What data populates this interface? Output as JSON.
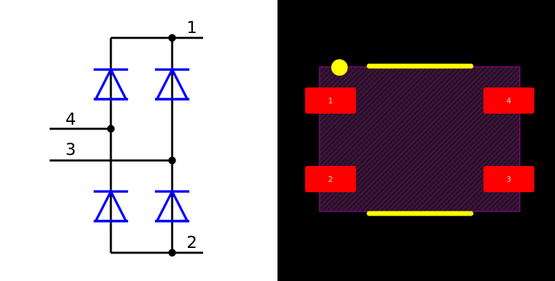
{
  "schematic": {
    "pins": [
      {
        "id": "pin-1",
        "label": "1"
      },
      {
        "id": "pin-2",
        "label": "2"
      },
      {
        "id": "pin-3",
        "label": "3"
      },
      {
        "id": "pin-4",
        "label": "4"
      }
    ],
    "colors": {
      "wire": "#000000",
      "diode": "#0000ff",
      "background": "#ffffff"
    }
  },
  "footprint": {
    "pads": [
      {
        "id": "pad-1",
        "label": "1"
      },
      {
        "id": "pad-2",
        "label": "2"
      },
      {
        "id": "pad-3",
        "label": "3"
      },
      {
        "id": "pad-4",
        "label": "4"
      }
    ],
    "colors": {
      "background": "#000000",
      "pad": "#ff0000",
      "pad_text": "#ffd0d0",
      "silkscreen": "#ffff00",
      "courtyard": "#ad00ad",
      "body_fill": "#2b102a"
    }
  }
}
